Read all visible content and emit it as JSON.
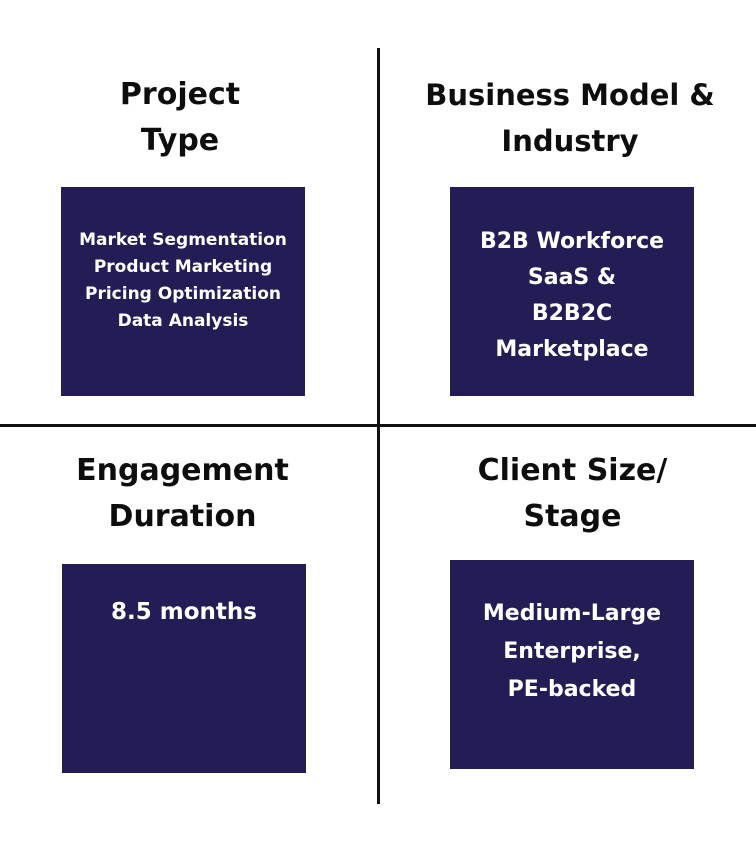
{
  "quadrants": {
    "project_type": {
      "heading": [
        "Project",
        "Type"
      ],
      "items": [
        "Market Segmentation",
        "Product Marketing",
        "Pricing Optimization",
        "Data Analysis"
      ]
    },
    "business_model": {
      "heading": [
        "Business Model &",
        "Industry"
      ],
      "items": [
        "B2B Workforce",
        "SaaS &",
        "B2B2C",
        "Marketplace"
      ]
    },
    "engagement_duration": {
      "heading": [
        "Engagement",
        "Duration"
      ],
      "items": [
        "8.5 months"
      ]
    },
    "client_size": {
      "heading": [
        "Client Size/",
        "Stage"
      ],
      "items": [
        "Medium-Large",
        "Enterprise,",
        "PE-backed"
      ]
    }
  },
  "colors": {
    "box_background": "#241d55",
    "box_text": "#ffffff",
    "heading_text": "#0d0d0d",
    "divider": "#111111",
    "page_background": "#ffffff"
  }
}
